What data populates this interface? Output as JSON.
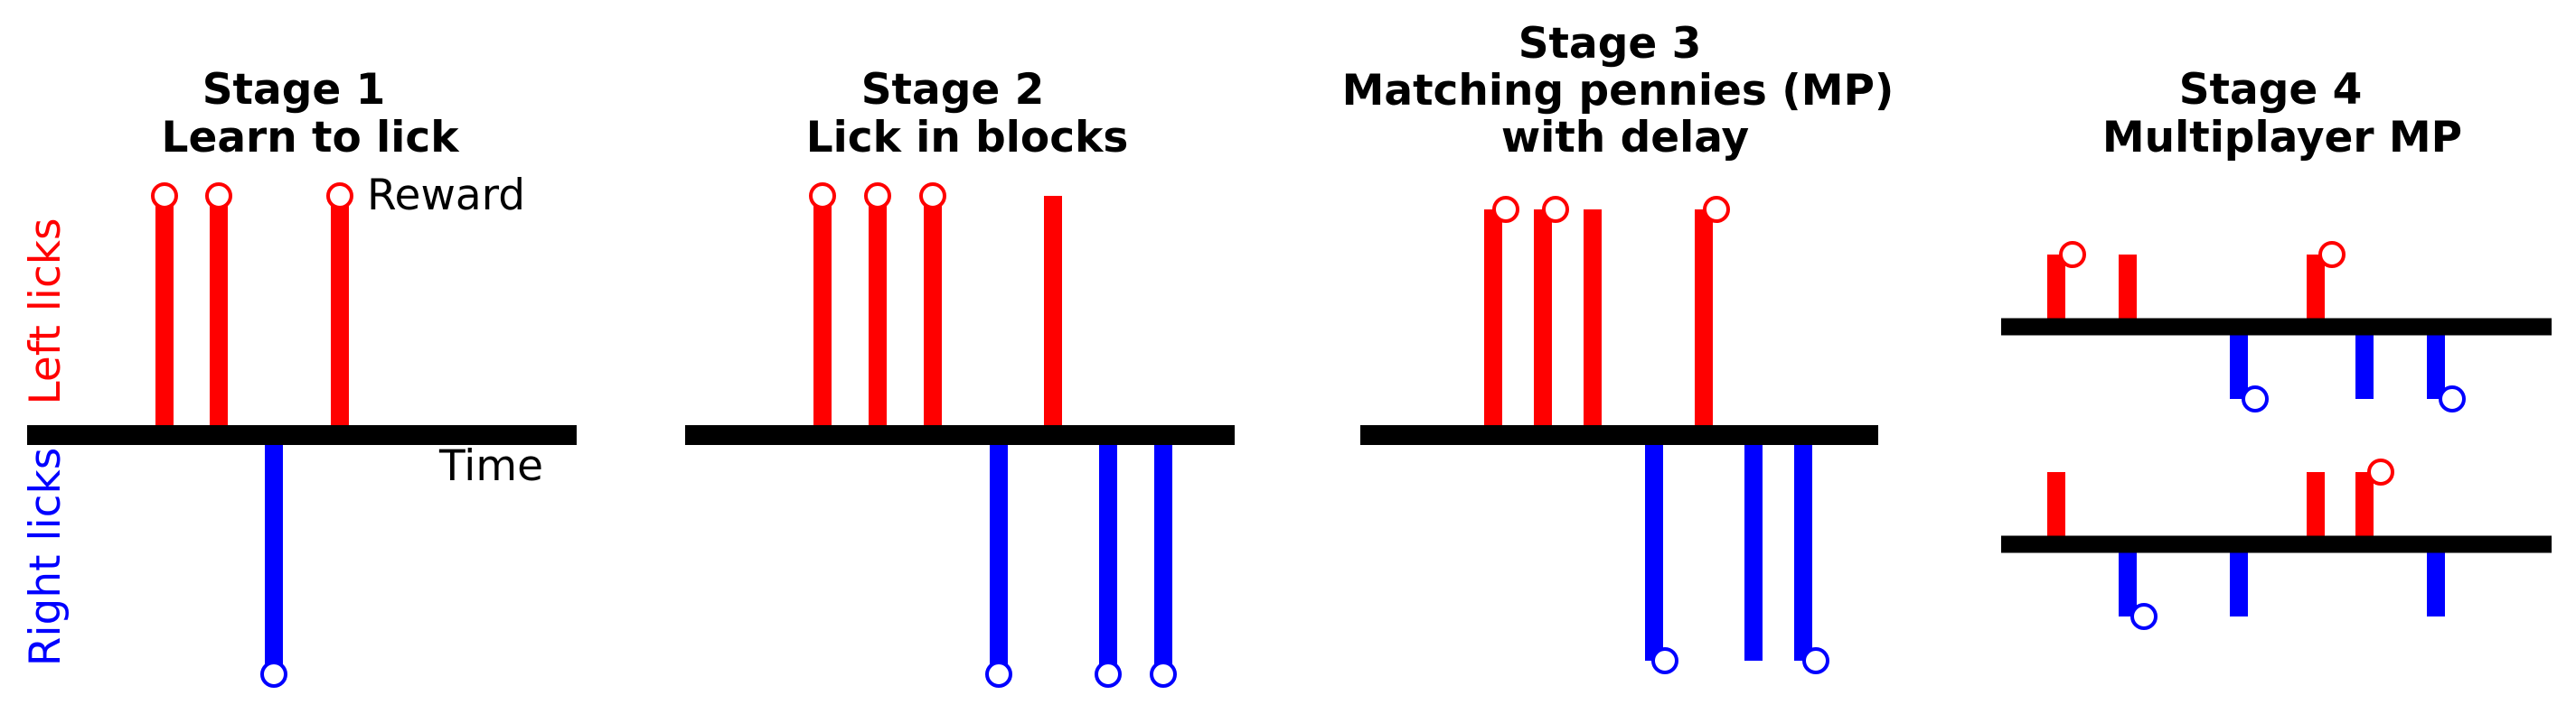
{
  "y_labels": {
    "left": "Left licks",
    "right": "Right licks"
  },
  "annotations": {
    "reward": "Reward",
    "time": "Time"
  },
  "colors": {
    "left": "#ff0000",
    "right": "#0000ff",
    "axis": "#000000"
  },
  "stages": [
    {
      "title_lines": [
        "Stage 1",
        "Learn to lick"
      ],
      "timelines": [
        {
          "licks": [
            {
              "side": "left",
              "t": 1,
              "rewarded": true
            },
            {
              "side": "left",
              "t": 2,
              "rewarded": true
            },
            {
              "side": "right",
              "t": 3,
              "rewarded": true
            },
            {
              "side": "left",
              "t": 4,
              "rewarded": true
            }
          ]
        }
      ]
    },
    {
      "title_lines": [
        "Stage 2",
        "Lick in blocks"
      ],
      "timelines": [
        {
          "licks": [
            {
              "side": "left",
              "t": 1,
              "rewarded": true
            },
            {
              "side": "left",
              "t": 2,
              "rewarded": true
            },
            {
              "side": "left",
              "t": 3,
              "rewarded": true
            },
            {
              "side": "right",
              "t": 4,
              "rewarded": true
            },
            {
              "side": "left",
              "t": 5,
              "rewarded": false
            },
            {
              "side": "right",
              "t": 6,
              "rewarded": true
            },
            {
              "side": "right",
              "t": 7,
              "rewarded": true
            }
          ]
        }
      ]
    },
    {
      "title_lines": [
        "Stage 3",
        "Matching pennies (MP)",
        "with delay"
      ],
      "timelines": [
        {
          "licks": [
            {
              "side": "left",
              "t": 1,
              "rewarded": true
            },
            {
              "side": "left",
              "t": 2,
              "rewarded": true
            },
            {
              "side": "left",
              "t": 3,
              "rewarded": false
            },
            {
              "side": "right",
              "t": 4,
              "rewarded": true
            },
            {
              "side": "left",
              "t": 5,
              "rewarded": true
            },
            {
              "side": "right",
              "t": 6,
              "rewarded": false
            },
            {
              "side": "right",
              "t": 7,
              "rewarded": true
            }
          ]
        }
      ]
    },
    {
      "title_lines": [
        "Stage 4",
        "Multiplayer MP"
      ],
      "timelines": [
        {
          "licks": [
            {
              "side": "left",
              "t": 1,
              "rewarded": true
            },
            {
              "side": "left",
              "t": 2,
              "rewarded": false
            },
            {
              "side": "right",
              "t": 3,
              "rewarded": true
            },
            {
              "side": "left",
              "t": 4,
              "rewarded": true
            },
            {
              "side": "right",
              "t": 5,
              "rewarded": false
            },
            {
              "side": "right",
              "t": 6,
              "rewarded": true
            }
          ]
        },
        {
          "licks": [
            {
              "side": "left",
              "t": 1,
              "rewarded": false
            },
            {
              "side": "right",
              "t": 2,
              "rewarded": true
            },
            {
              "side": "right",
              "t": 3,
              "rewarded": false
            },
            {
              "side": "left",
              "t": 4,
              "rewarded": false
            },
            {
              "side": "left",
              "t": 5,
              "rewarded": true
            },
            {
              "side": "right",
              "t": 6,
              "rewarded": false
            }
          ]
        }
      ]
    }
  ]
}
